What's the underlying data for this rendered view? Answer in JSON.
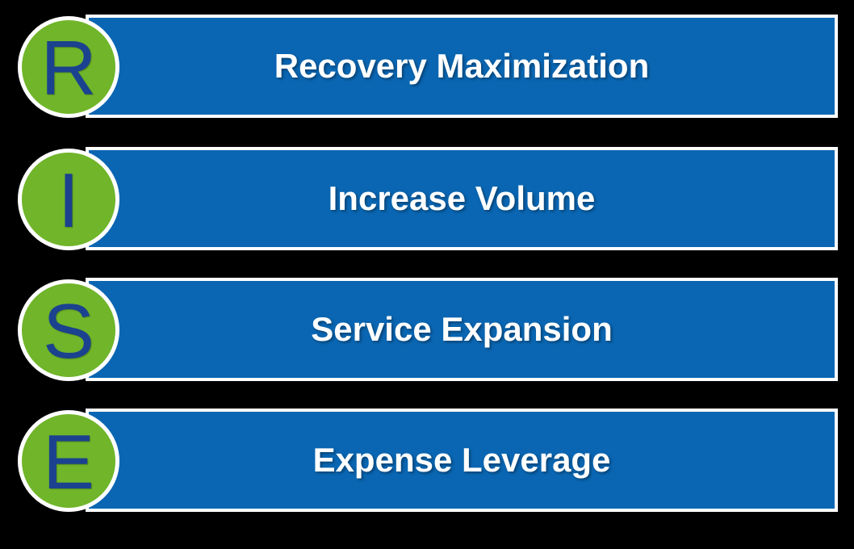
{
  "diagram": {
    "rows": [
      {
        "letter": "R",
        "label": "Recovery Maximization"
      },
      {
        "letter": "I",
        "label": "Increase Volume"
      },
      {
        "letter": "S",
        "label": "Service Expansion"
      },
      {
        "letter": "E",
        "label": "Expense Leverage"
      }
    ]
  },
  "colors": {
    "background": "#000000",
    "bar_fill": "#0A66B2",
    "bar_border": "#FFFFFF",
    "circle_fill": "#70B52A",
    "circle_border": "#FFFFFF",
    "letter_color": "#1B428F",
    "label_color": "#FFFFFF"
  }
}
